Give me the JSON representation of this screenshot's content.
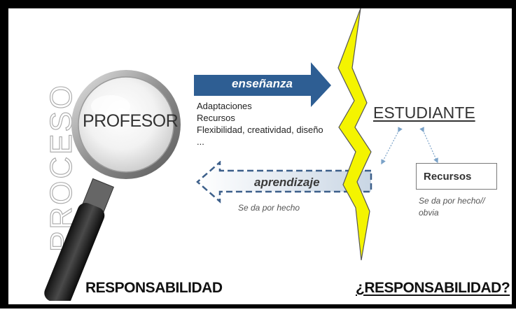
{
  "side_label": "PROCESO",
  "profesor": "PROFESOR",
  "ensenanza": {
    "label": "enseñanza",
    "items": [
      "Adaptaciones",
      "Recursos",
      "Flexibilidad, creatividad, diseño",
      "..."
    ]
  },
  "aprendizaje": {
    "label": "aprendizaje",
    "note": "Se da por hecho"
  },
  "estudiante": "ESTUDIANTE",
  "recursos": {
    "label": "Recursos",
    "note_line1": "Se da por hecho//",
    "note_line2": "obvia"
  },
  "responsabilidad_left": "RESPONSABILIDAD",
  "responsabilidad_right": "¿RESPONSABILIDAD?",
  "colors": {
    "arrow_blue": "#2e5e93",
    "dashed_blue": "#3c5f8a",
    "lightning_yellow": "#f4f400",
    "dotted_arrow": "#7aa2c8"
  }
}
